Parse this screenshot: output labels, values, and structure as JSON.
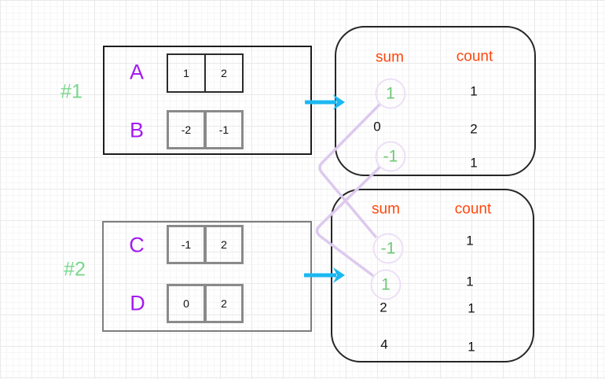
{
  "groups": [
    {
      "tag": "#1",
      "rows": [
        {
          "label": "A",
          "cells": [
            "1",
            "2"
          ]
        },
        {
          "label": "B",
          "cells": [
            "-2",
            "-1"
          ]
        }
      ]
    },
    {
      "tag": "#2",
      "rows": [
        {
          "label": "C",
          "cells": [
            "-1",
            "2"
          ]
        },
        {
          "label": "D",
          "cells": [
            "0",
            "2"
          ]
        }
      ]
    }
  ],
  "tables": [
    {
      "sum_header": "sum",
      "count_header": "count",
      "rows": [
        {
          "sum": "1",
          "count": "1",
          "highlighted": true
        },
        {
          "sum": "0",
          "count": "2",
          "highlighted": false
        },
        {
          "sum": "-1",
          "count": "1",
          "highlighted": true
        }
      ]
    },
    {
      "sum_header": "sum",
      "count_header": "count",
      "rows": [
        {
          "sum": "-1",
          "count": "1",
          "highlighted": true
        },
        {
          "sum": "1",
          "count": "1",
          "highlighted": true
        },
        {
          "sum": "2",
          "count": "1",
          "highlighted": false
        },
        {
          "sum": "4",
          "count": "1",
          "highlighted": false
        }
      ]
    }
  ],
  "connections": [
    {
      "from": "table-1 sum 1",
      "to": "table-2 sum -1"
    },
    {
      "from": "table-1 sum -1",
      "to": "table-2 sum 1"
    }
  ],
  "colors": {
    "header_orange": "#ff470d",
    "row_label_purple": "#a21bf2",
    "group_tag_green": "#79d78c",
    "highlight_green": "#70c878",
    "arrow_cyan": "#1cb8f2",
    "connector_lavender": "#ddc9ee",
    "ring_lavender": "#ecdff6",
    "group1_border": "#1d1d1d",
    "group2_border": "#7d7d7d"
  }
}
